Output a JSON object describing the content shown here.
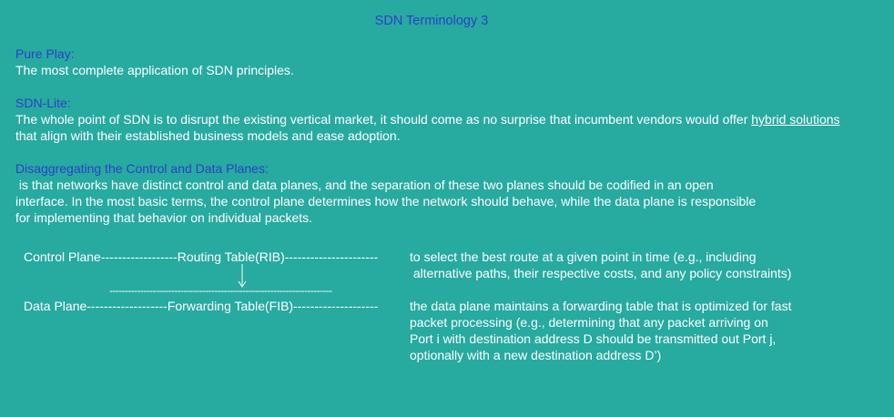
{
  "slide": {
    "title": "SDN Terminology 3",
    "colors": {
      "background": "#27aaa0",
      "heading": "#2e3fc9",
      "text": "#ffffff"
    }
  },
  "pure_play": {
    "heading": "Pure Play:",
    "text": "The most complete application of SDN principles."
  },
  "sdn_lite": {
    "heading": "SDN-Lite:",
    "text_before": "The whole point of SDN is to disrupt the existing vertical market, it should come as no surprise that incumbent vendors would offer ",
    "link": "hybrid solutions",
    "text_after": " that align with their established business models and ease adoption."
  },
  "disaggregating": {
    "heading": "Disaggregating the Control and Data Planes:",
    "lines": [
      " is that networks have distinct control and data planes, and the separation of these two planes should be codified in an open",
      "interface. In the most basic terms, the control plane determines how the network should behave, while the data plane is responsible",
      "for implementing that behavior on individual packets."
    ]
  },
  "diagram": {
    "control_row": "Control Plane------------------Routing Table(RIB)----------------------",
    "divider": "------------------------------------------------------------------------",
    "data_row": "Data Plane-------------------Forwarding Table(FIB)--------------------",
    "control_desc": [
      "to select the best route at a given point in time (e.g., including",
      " alternative paths, their respective costs, and any policy constraints)"
    ],
    "data_desc": [
      "the data plane maintains a forwarding table that is optimized for fast",
      "packet processing (e.g., determining that any packet arriving on",
      "Port i with destination address D should be transmitted out Port j,",
      "optionally with a new destination address D’)"
    ]
  }
}
